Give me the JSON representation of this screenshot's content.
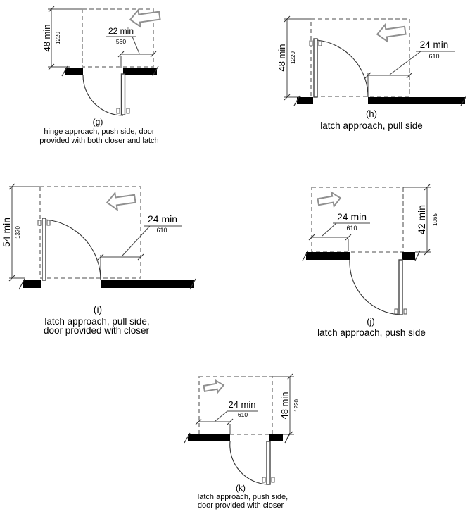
{
  "page": {
    "background": "#ffffff",
    "line_color": "#333333",
    "dash_color": "#999999",
    "wall_color": "#000000"
  },
  "figures": [
    {
      "letter": "(g)",
      "caption": [
        "hinge approach, push side, door",
        "provided with both closer and latch"
      ],
      "vdim": {
        "label": "48 min",
        "metric": "1220"
      },
      "hdim": {
        "label": "22 min",
        "metric": "560"
      },
      "arrow": "left"
    },
    {
      "letter": "(h)",
      "caption": [
        "latch approach, pull side"
      ],
      "vdim": {
        "label": "48 min",
        "metric": "1220"
      },
      "hdim": {
        "label": "24 min",
        "metric": "610"
      },
      "arrow": "left"
    },
    {
      "letter": "(i)",
      "caption": [
        "latch approach, pull side,",
        "door provided with closer"
      ],
      "vdim": {
        "label": "54 min",
        "metric": "1370"
      },
      "hdim": {
        "label": "24 min",
        "metric": "610"
      },
      "arrow": "left"
    },
    {
      "letter": "(j)",
      "caption": [
        "latch approach, push side"
      ],
      "vdim": {
        "label": "42 min",
        "metric": "1065"
      },
      "hdim": {
        "label": "24 min",
        "metric": "610"
      },
      "arrow": "right"
    },
    {
      "letter": "(k)",
      "caption": [
        "latch approach, push side,",
        "door provided with closer"
      ],
      "vdim": {
        "label": "48 min",
        "metric": "1220"
      },
      "hdim": {
        "label": "24 min",
        "metric": "610"
      },
      "arrow": "right"
    }
  ]
}
